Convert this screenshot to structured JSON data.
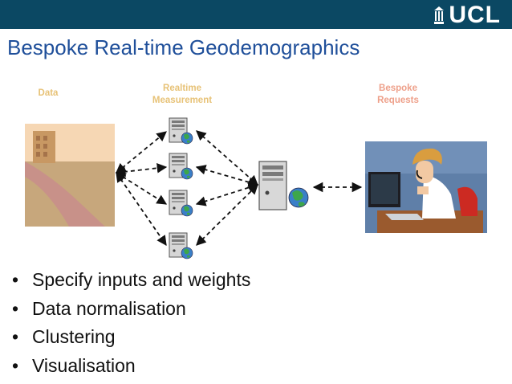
{
  "header": {
    "logo_text": "UCL",
    "bar_color": "#0b4863"
  },
  "title": "Bespoke Real-time Geodemographics",
  "labels": {
    "data": "Data",
    "realtime": [
      "Realtime",
      "Measurement"
    ],
    "bespoke": [
      "Bespoke",
      "Requests"
    ]
  },
  "icons": {
    "data_image": "city-street-icon",
    "sensor_server": "server-globe-icon",
    "central_server": "server-globe-icon",
    "person": "woman-on-phone-at-computer-icon"
  },
  "colors": {
    "title": "#1f4f9a",
    "label_gold": "#e7c277",
    "label_salmon": "#eea08a"
  },
  "bullets": [
    "Specify inputs and weights",
    "Data normalisation",
    "Clustering",
    "Visualisation"
  ]
}
